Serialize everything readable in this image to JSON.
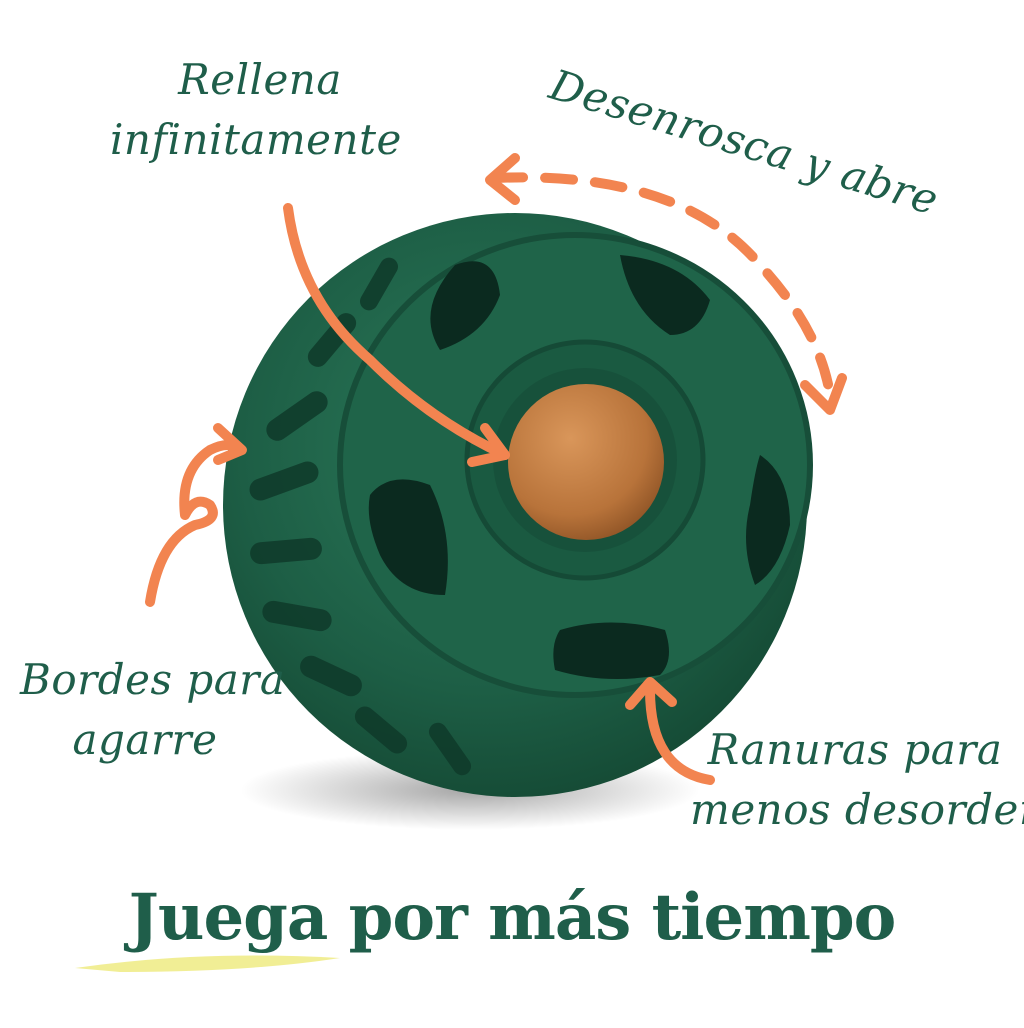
{
  "colors": {
    "ball": "#1d5e45",
    "ball_dark": "#0f3a2a",
    "treat": "#c07a3e",
    "accent_orange": "#f28450",
    "text_green": "#1f5e4a",
    "highlight": "#f0ec8a"
  },
  "callouts": {
    "rellena": [
      "Rellena",
      "infinitamente"
    ],
    "desenrosca": "Desenrosca y abre",
    "bordes": [
      "Bordes para",
      "agarre"
    ],
    "ranuras": [
      "Ranuras para",
      "menos desorden"
    ]
  },
  "headline": "Juega por más tiempo"
}
